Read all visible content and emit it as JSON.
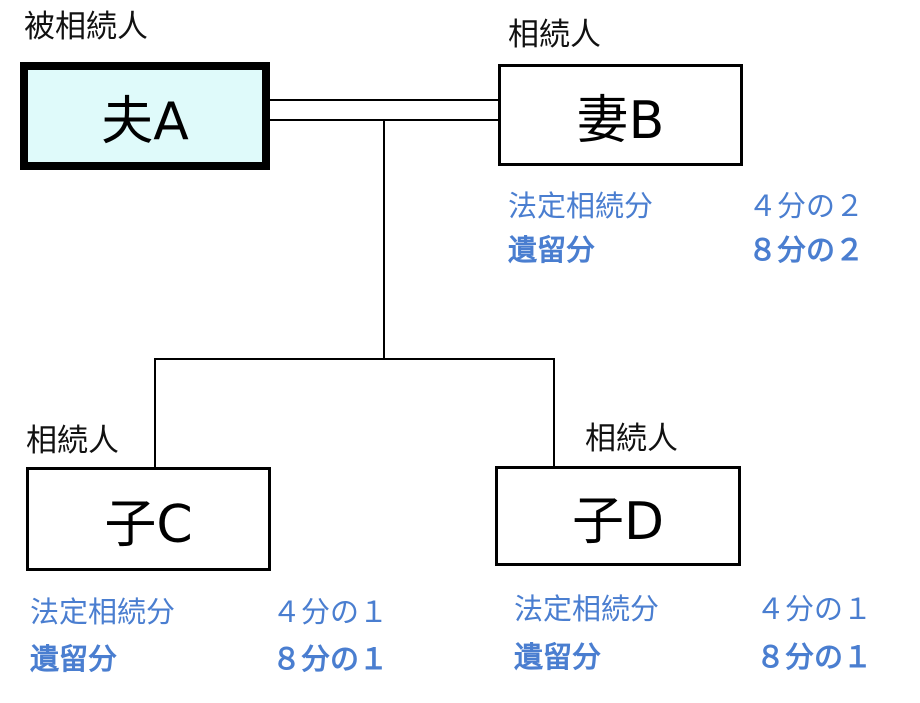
{
  "persons": {
    "husband": {
      "role": "被相続人",
      "name": "夫A"
    },
    "wife": {
      "role": "相続人",
      "name": "妻B",
      "legal_share_label": "法定相続分",
      "legal_share_value": "４分の２",
      "reserved_share_label": "遺留分",
      "reserved_share_value": "８分の２"
    },
    "child_c": {
      "role": "相続人",
      "name": "子C",
      "legal_share_label": "法定相続分",
      "legal_share_value": "４分の１",
      "reserved_share_label": "遺留分",
      "reserved_share_value": "８分の１"
    },
    "child_d": {
      "role": "相続人",
      "name": "子D",
      "legal_share_label": "法定相続分",
      "legal_share_value": "４分の１",
      "reserved_share_label": "遺留分",
      "reserved_share_value": "８分の１"
    }
  },
  "colors": {
    "deceased_box_fill": "#dffafa",
    "share_text": "#4a7ed0",
    "line": "#000000"
  }
}
